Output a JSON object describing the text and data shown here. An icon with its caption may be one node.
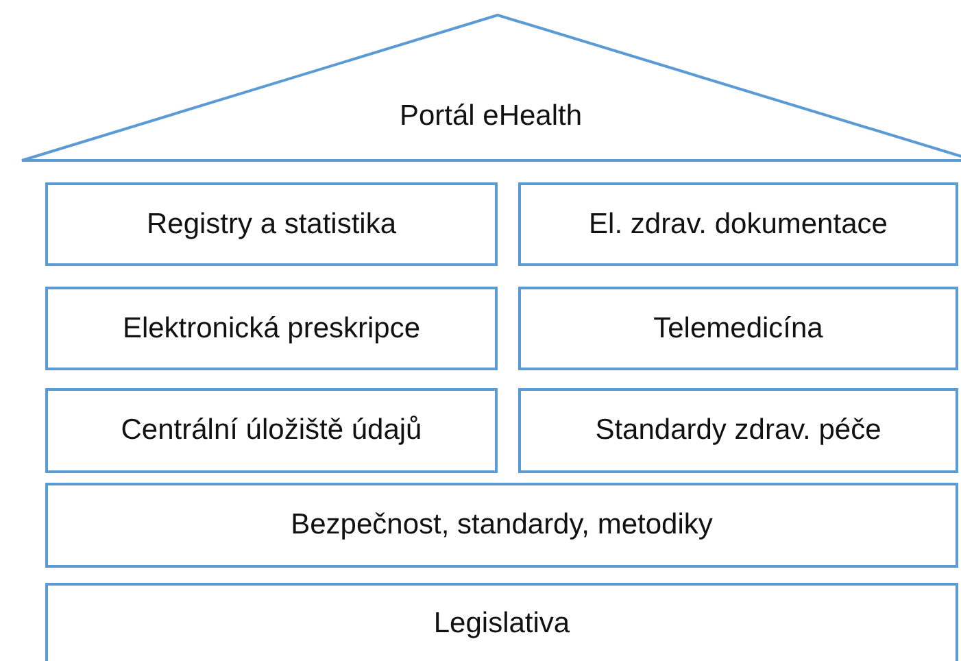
{
  "diagram": {
    "nodes": [
      {
        "text": [
          "Portál eHealth"
        ]
      },
      {
        "text": [
          "Registry a statistika"
        ]
      },
      {
        "text": [
          "El. zdrav. dokumentace"
        ]
      },
      {
        "text": [
          "Elektronická preskripce"
        ]
      },
      {
        "text": [
          "Telemedicína"
        ]
      },
      {
        "text": [
          "Centrální úložiště údajů"
        ]
      },
      {
        "text": [
          "Standardy zdrav. péče"
        ]
      },
      {
        "text": [
          "Bezpečnost, standardy, metodiky"
        ]
      },
      {
        "text": [
          "Legislativa"
        ]
      }
    ]
  }
}
